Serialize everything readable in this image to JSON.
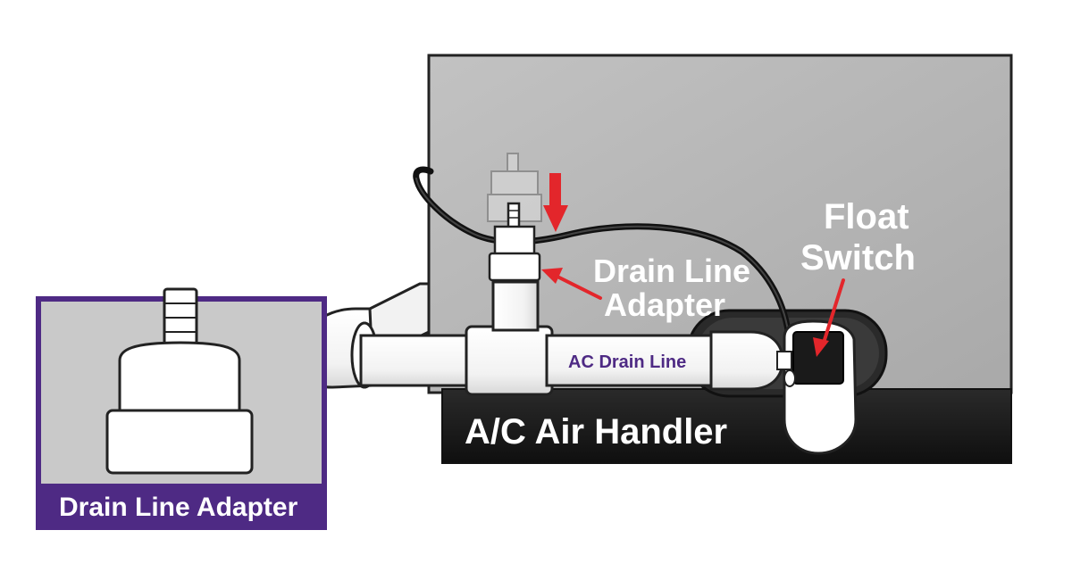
{
  "labels": {
    "air_handler": "A/C Air Handler",
    "float_switch_line1": "Float",
    "float_switch_line2": "Switch",
    "drain_line_adapter_line1": "Drain Line",
    "drain_line_adapter_line2": "Adapter",
    "ac_drain_line": "AC Drain Line",
    "inset_caption": "Drain Line Adapter"
  },
  "colors": {
    "cabinet": "#b7b7b7",
    "base_bar": "#1d1d1d",
    "pipe": "#ffffff",
    "outline": "#222222",
    "accent_purple": "#4e2a84",
    "arrow_red": "#e3262b",
    "float_body": "#1a1a1a"
  },
  "icons": {
    "down_arrow": "red-down-arrow-icon",
    "pointer_arrow": "red-pointer-arrow-icon"
  }
}
